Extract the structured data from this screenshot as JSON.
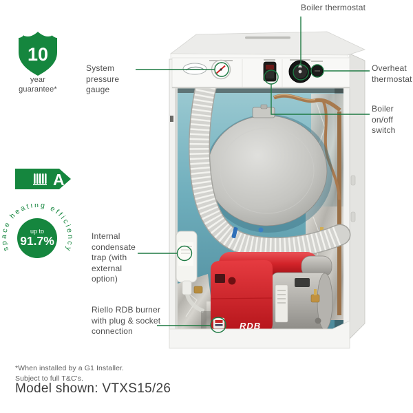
{
  "colors": {
    "badge_green": "#15863E",
    "line_green": "#1E7A43",
    "label_text": "#4f4f4f",
    "interior_blue": "#6FAEBC",
    "burner_red": "#CF2127",
    "cabinet_white": "#F2F2F0"
  },
  "badges": {
    "guarantee": {
      "number": "10",
      "caption": "year\nguarantee*"
    },
    "energy_rating": {
      "letter": "A"
    },
    "efficiency": {
      "arc": "space heating efficiency",
      "prefix": "up to",
      "value": "91.7%"
    }
  },
  "callouts": {
    "boiler_thermostat": "Boiler thermostat",
    "system_pressure_gauge": "System\npressure\ngauge",
    "overheat_thermostat": "Overheat\nthermostat",
    "boiler_on_off_switch": "Boiler\non/off\nswitch",
    "condensate_trap": "Internal\ncondensate\ntrap (with\nexternal\noption)",
    "burner": "Riello RDB burner\nwith plug & socket\nconnection"
  },
  "boiler": {
    "burner_model": "RDB"
  },
  "footnote": "*When installed by a G1 Installer.\nSubject to full T&C's.",
  "model_shown": "Model shown: VTXS15/26"
}
